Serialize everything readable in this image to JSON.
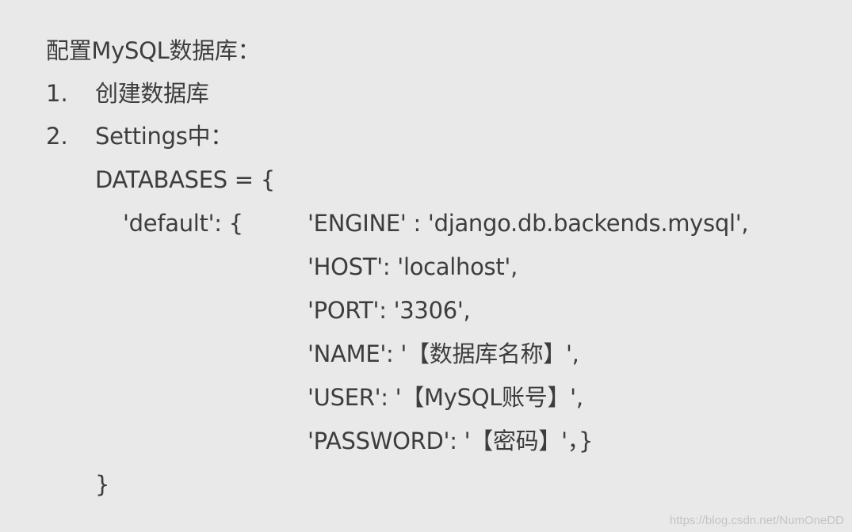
{
  "heading": "配置MySQL数据库：",
  "steps": [
    {
      "num": "1.",
      "text": "创建数据库"
    },
    {
      "num": "2.",
      "text": "Settings中："
    }
  ],
  "code": {
    "open": "DATABASES = {",
    "default_key": "'default': {",
    "entries": [
      "'ENGINE' : 'django.db.backends.mysql',",
      "'HOST': 'localhost',",
      "'PORT': '3306',",
      "'NAME': '【数据库名称】',",
      "'USER': '【MySQL账号】',",
      "'PASSWORD': '【密码】'，}"
    ],
    "close": "}"
  },
  "watermark": "https://blog.csdn.net/NumOneDD"
}
